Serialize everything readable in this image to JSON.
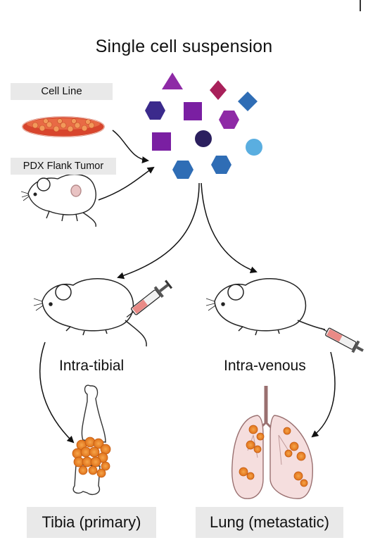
{
  "title": "Single cell suspension",
  "sources": {
    "cell_line": "Cell Line",
    "pdx": "PDX Flank Tumor"
  },
  "routes": {
    "intra_tibial": "Intra-tibial",
    "intra_venous": "Intra-venous"
  },
  "outcomes": {
    "tibia": "Tibia (primary)",
    "lung": "Lung (metastatic)"
  },
  "colors": {
    "purple_shape": "#8e2aa6",
    "violet_shape": "#7a1fa2",
    "indigo_shape": "#3b2a8c",
    "navy_shape": "#2b1f5e",
    "blue_shape": "#2f6db5",
    "light_blue_shape": "#5aaee0",
    "crimson_shape": "#a8205a",
    "tumor_orange": "#f08a24",
    "syringe_pink": "#e98a86",
    "lung_pink": "#f5dede"
  }
}
